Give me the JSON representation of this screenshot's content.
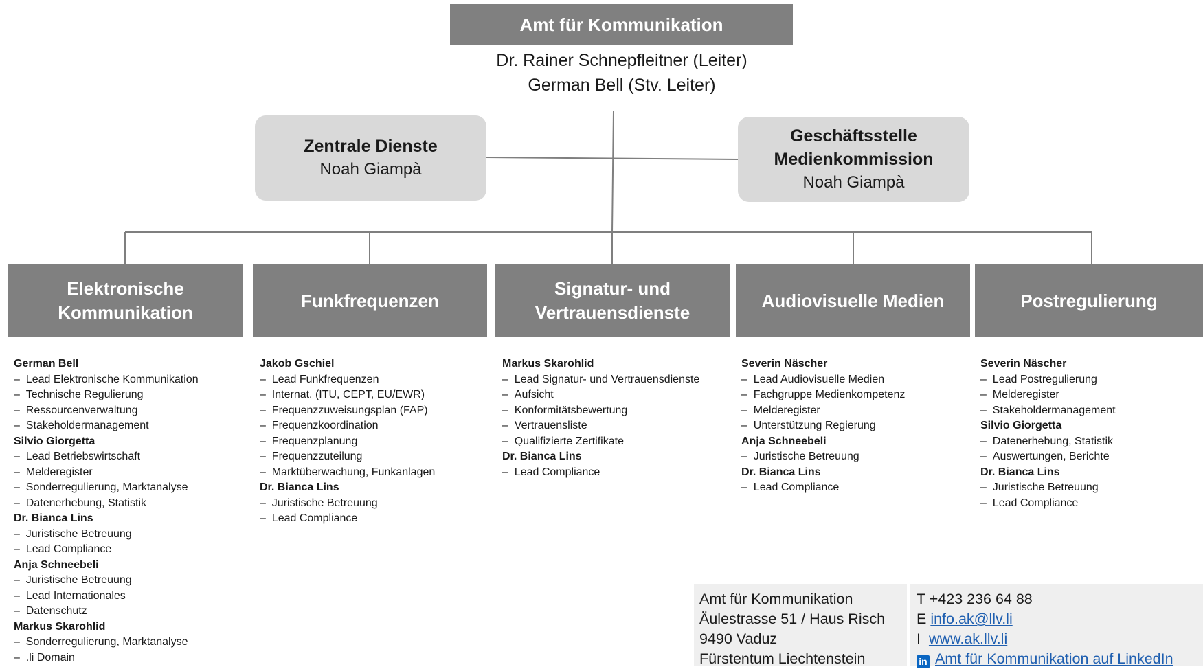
{
  "colors": {
    "head_box": "#808080",
    "staff_box": "#d9d9d9",
    "link": "#1f5fb0",
    "linkedin": "#0a66c2"
  },
  "head": {
    "title": "Amt für Kommunikation",
    "leader": "Dr. Rainer Schnepfleitner (Leiter)",
    "deputy": "German Bell (Stv. Leiter)"
  },
  "staff": [
    {
      "title_lines": [
        "Zentrale Dienste"
      ],
      "person": "Noah Giampà"
    },
    {
      "title_lines": [
        "Geschäftsstelle",
        "Medienkommission"
      ],
      "person": "Noah Giampà"
    }
  ],
  "departments": [
    {
      "title_lines": [
        "Elektronische",
        "Kommunikation"
      ],
      "entries": [
        {
          "person": "German Bell",
          "tasks": [
            "Lead Elektronische Kommunikation",
            "Technische Regulierung",
            "Ressourcenverwaltung",
            "Stakeholdermanagement"
          ]
        },
        {
          "person": "Silvio Giorgetta",
          "tasks": [
            "Lead Betriebswirtschaft",
            "Melderegister",
            "Sonderregulierung, Marktanalyse",
            "Datenerhebung, Statistik"
          ]
        },
        {
          "person": "Dr. Bianca Lins",
          "tasks": [
            "Juristische Betreuung",
            "Lead Compliance"
          ]
        },
        {
          "person": "Anja Schneebeli",
          "tasks": [
            "Juristische Betreuung",
            "Lead Internationales",
            "Datenschutz"
          ]
        },
        {
          "person": "Markus Skarohlid",
          "tasks": [
            "Sonderregulierung, Marktanalyse",
            ".li Domain"
          ]
        }
      ]
    },
    {
      "title_lines": [
        "Funkfrequenzen"
      ],
      "entries": [
        {
          "person": "Jakob Gschiel",
          "tasks": [
            "Lead Funkfrequenzen",
            "Internat. (ITU, CEPT, EU/EWR)",
            "Frequenzzuweisungsplan (FAP)",
            "Frequenzkoordination",
            "Frequenzplanung",
            "Frequenzzuteilung",
            "Marktüberwachung, Funkanlagen"
          ]
        },
        {
          "person": "Dr. Bianca Lins",
          "tasks": [
            "Juristische Betreuung",
            "Lead Compliance"
          ]
        }
      ]
    },
    {
      "title_lines": [
        "Signatur- und",
        "Vertrauensdienste"
      ],
      "entries": [
        {
          "person": "Markus Skarohlid",
          "tasks": [
            "Lead Signatur- und Vertrauensdienste",
            "Aufsicht",
            "Konformitätsbewertung",
            "Vertrauensliste",
            "Qualifizierte Zertifikate"
          ]
        },
        {
          "person": "Dr. Bianca Lins",
          "tasks": [
            "Lead Compliance"
          ]
        }
      ]
    },
    {
      "title_lines": [
        "Audiovisuelle Medien"
      ],
      "entries": [
        {
          "person": "Severin Näscher",
          "tasks": [
            "Lead Audiovisuelle Medien",
            "Fachgruppe Medienkompetenz",
            "Melderegister",
            "Unterstützung Regierung"
          ]
        },
        {
          "person": "Anja Schneebeli",
          "tasks": [
            "Juristische Betreuung"
          ]
        },
        {
          "person": "Dr. Bianca Lins",
          "tasks": [
            "Lead Compliance"
          ]
        }
      ]
    },
    {
      "title_lines": [
        "Postregulierung"
      ],
      "entries": [
        {
          "person": "Severin Näscher",
          "tasks": [
            "Lead Postregulierung",
            "Melderegister",
            "Stakeholdermanagement"
          ]
        },
        {
          "person": "Silvio Giorgetta",
          "tasks": [
            "Datenerhebung, Statistik",
            "Auswertungen, Berichte"
          ]
        },
        {
          "person": "Dr. Bianca Lins",
          "tasks": [
            "Juristische Betreuung",
            "Lead Compliance"
          ]
        }
      ]
    }
  ],
  "footer": {
    "address": [
      "Amt für Kommunikation",
      "Äulestrasse 51 / Haus Risch",
      "9490 Vaduz",
      "Fürstentum Liechtenstein"
    ],
    "phone": "T +423 236 64 88",
    "email_prefix": "E",
    "email": "info.ak@llv.li",
    "web_prefix": "I",
    "web": "www.ak.llv.li",
    "linkedin_icon": "linkedin-icon",
    "linkedin_glyph": "in",
    "linkedin_text": "Amt für Kommunikation auf LinkedIn"
  }
}
